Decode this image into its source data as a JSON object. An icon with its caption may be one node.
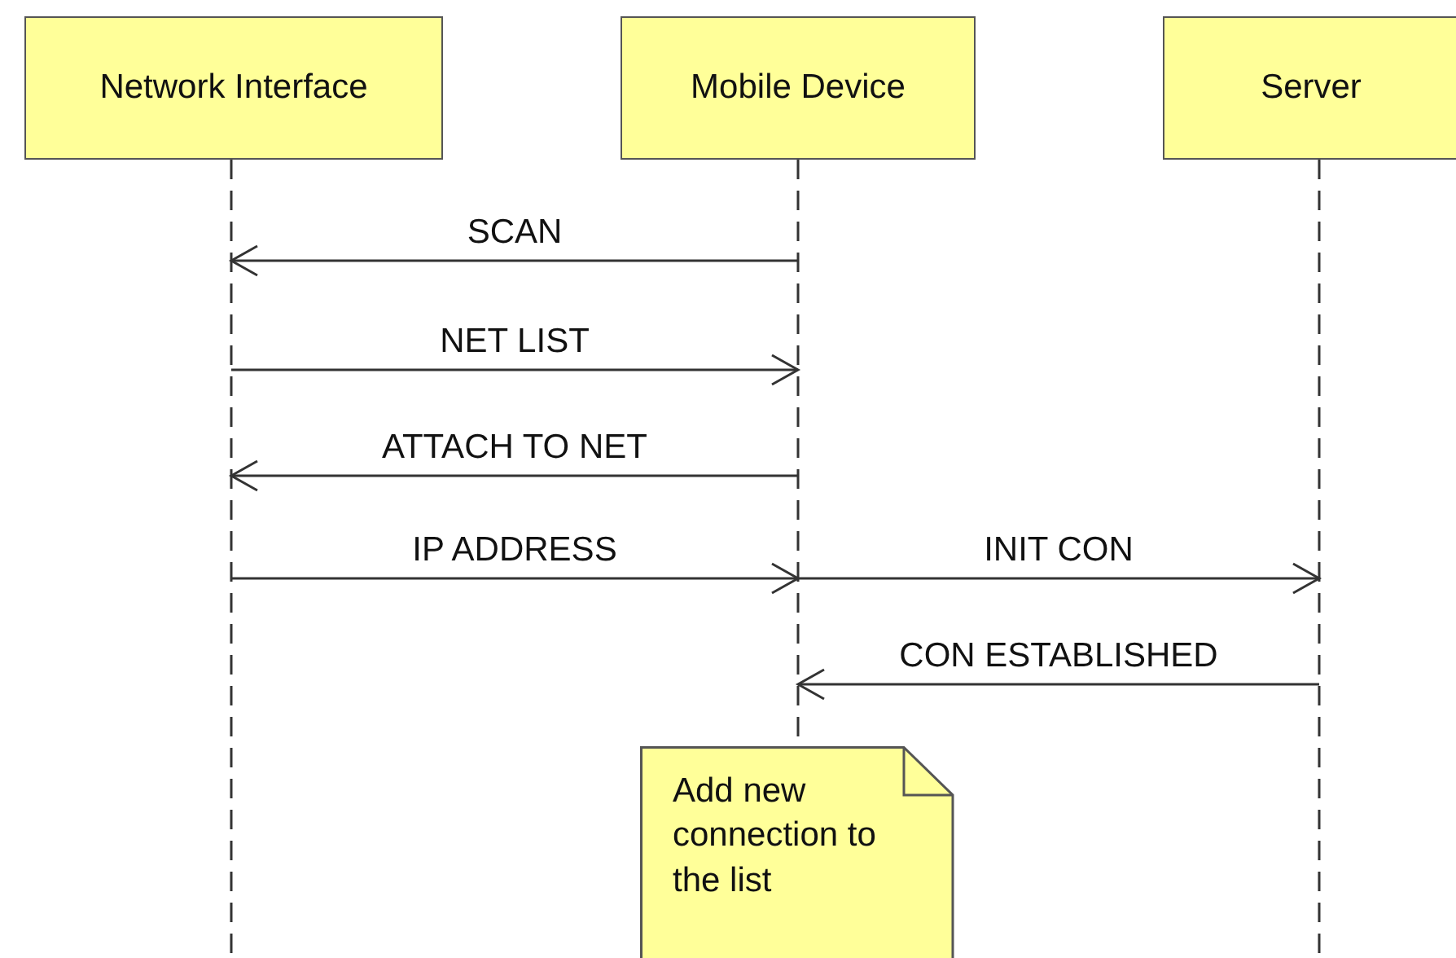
{
  "diagram": {
    "nodes": [
      {
        "text": [
          "Network Interface"
        ]
      },
      {
        "text": [
          "Mobile Device"
        ]
      },
      {
        "text": [
          "Server"
        ]
      },
      {
        "text": [
          "Add new connection to the list"
        ]
      }
    ],
    "edges": [
      {
        "from": 1,
        "to": 0,
        "arrow": "to",
        "label": "SCAN"
      },
      {
        "from": 0,
        "to": 1,
        "arrow": "to",
        "label": "NET LIST"
      },
      {
        "from": 1,
        "to": 0,
        "arrow": "to",
        "label": "ATTACH TO NET"
      },
      {
        "from": 0,
        "to": 1,
        "arrow": "to",
        "label": "IP ADDRESS"
      },
      {
        "from": 1,
        "to": 2,
        "arrow": "to",
        "label": "INIT CON"
      },
      {
        "from": 2,
        "to": 1,
        "arrow": "to",
        "label": "CON ESTABLISHED"
      }
    ]
  }
}
